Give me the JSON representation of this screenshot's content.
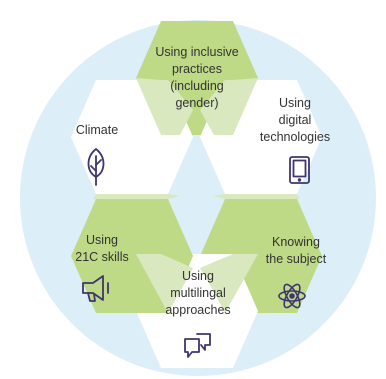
{
  "diagram": {
    "colors": {
      "circle": "#DCEEF8",
      "green": "#BFDA86",
      "white": "#FFFFFF",
      "overlap": "#D9E8BF",
      "icon": "#3F3570",
      "text": "#333333"
    },
    "segments": [
      {
        "id": "inclusive",
        "fill": "green",
        "lines": [
          "Using inclusive",
          "practices",
          "(including",
          "gender)"
        ]
      },
      {
        "id": "digital",
        "fill": "white",
        "icon": "tablet-icon",
        "lines": [
          "Using",
          "digital",
          "technologies"
        ]
      },
      {
        "id": "subject",
        "fill": "green",
        "icon": "atom-icon",
        "lines": [
          "Knowing",
          "the subject"
        ]
      },
      {
        "id": "multilingual",
        "fill": "white",
        "icon": "speech-bubbles-icon",
        "lines": [
          "Using",
          "multilingal",
          "approaches"
        ]
      },
      {
        "id": "skills",
        "fill": "green",
        "icon": "megaphone-icon",
        "lines": [
          "Using",
          "21C skills"
        ]
      },
      {
        "id": "climate",
        "fill": "white",
        "icon": "leaf-icon",
        "lines": [
          "Climate"
        ]
      }
    ]
  }
}
